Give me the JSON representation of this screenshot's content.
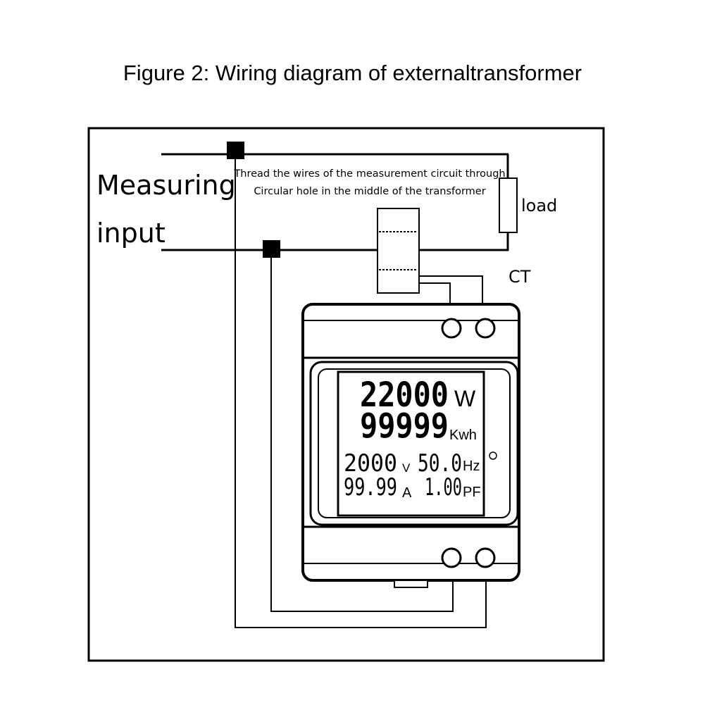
{
  "title": "Figure 2: Wiring diagram of externaltransformer",
  "labels": {
    "measuring": "Measuring",
    "input": "input",
    "thread_line1": "Thread the wires of the measurement circuit through",
    "thread_line2": "Circular hole in the middle of the transformer",
    "load": "load",
    "ct": "CT"
  },
  "display": {
    "power_value": "22000",
    "power_unit": "W",
    "energy_value": "99999",
    "energy_unit": "Kwh",
    "voltage_value": "2000",
    "voltage_unit": "V",
    "frequency_value": "50.0",
    "frequency_unit": "Hz",
    "current_value": "99.99",
    "current_unit": "A",
    "pf_value": "1.00",
    "pf_unit": "PF"
  }
}
